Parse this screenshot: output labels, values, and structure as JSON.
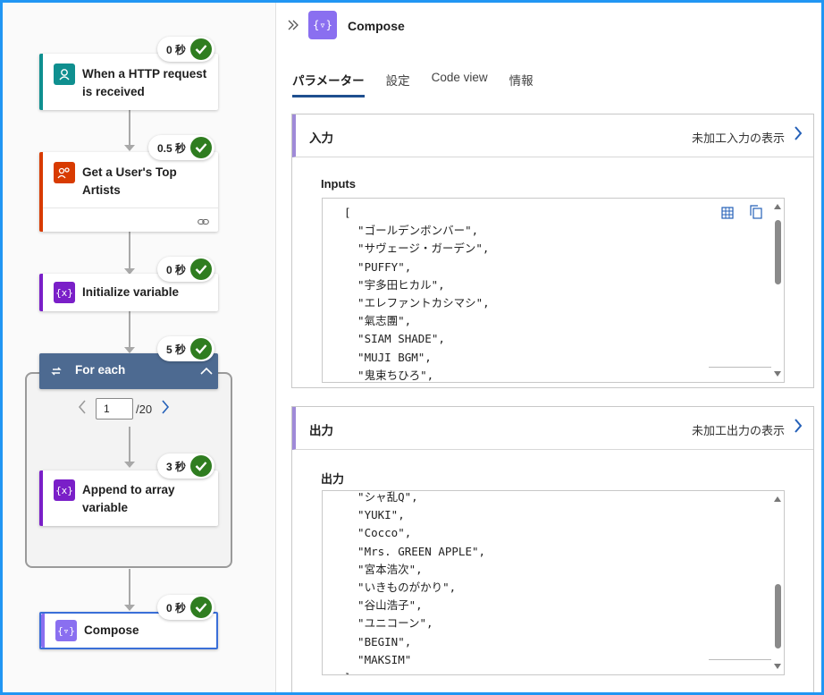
{
  "colors": {
    "frame_border": "#2196F3",
    "http_trigger": "#0f8f8f",
    "top_artists": "#d83b01",
    "variable": "#7a1fc8",
    "foreach_header": "#4d6a91",
    "compose": "#8a6ff0",
    "success": "#2f7d20",
    "tab_underline": "#1f4f8f"
  },
  "flow": {
    "steps": [
      {
        "label": "When a HTTP request is received",
        "duration": "0 秒",
        "icon": "http-request-icon"
      },
      {
        "label": "Get a User's Top Artists",
        "duration": "0.5 秒",
        "icon": "artists-icon"
      },
      {
        "label": "Initialize variable",
        "duration": "0 秒",
        "icon": "variable-icon"
      },
      {
        "label": "For each",
        "duration": "5 秒",
        "icon": "loop-icon"
      },
      {
        "label": "Append to array variable",
        "duration": "3 秒",
        "icon": "variable-icon"
      },
      {
        "label": "Compose",
        "duration": "0 秒",
        "icon": "compose-icon"
      }
    ],
    "pager": {
      "current": "1",
      "total": "/20"
    }
  },
  "panel": {
    "title": "Compose",
    "tabs": [
      "パラメーター",
      "設定",
      "Code view",
      "情報"
    ],
    "input_section": {
      "title": "入力",
      "raw_link": "未加工入力の表示",
      "sub_label": "Inputs",
      "lines": [
        "[",
        "  \"ゴールデンボンバー\",",
        "  \"サヴェージ・ガーデン\",",
        "  \"PUFFY\",",
        "  \"宇多田ヒカル\",",
        "  \"エレファントカシマシ\",",
        "  \"氣志團\",",
        "  \"SIAM SHADE\",",
        "  \"MUJI BGM\",",
        "  \"鬼束ちひろ\","
      ]
    },
    "output_section": {
      "title": "出力",
      "raw_link": "未加工出力の表示",
      "sub_label": "出力",
      "lines": [
        "  \"シャ乱Q\",",
        "  \"YUKI\",",
        "  \"Cocco\",",
        "  \"Mrs. GREEN APPLE\",",
        "  \"宮本浩次\",",
        "  \"いきものがかり\",",
        "  \"谷山浩子\",",
        "  \"ユニコーン\",",
        "  \"BEGIN\",",
        "  \"MAKSIM\"",
        "]"
      ]
    }
  }
}
